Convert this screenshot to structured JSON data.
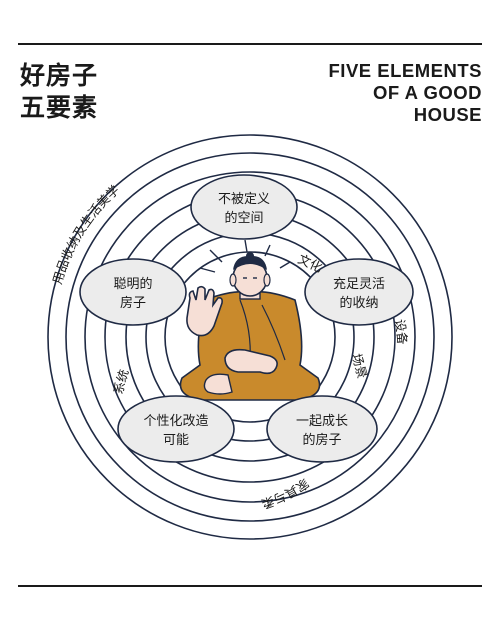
{
  "header": {
    "title_cn_line1": "好房子",
    "title_cn_line2": "五要素",
    "title_en_line1": "FIVE ELEMENTS",
    "title_en_line2": "OF A GOOD",
    "title_en_line3": "HOUSE"
  },
  "diagram": {
    "center_figure": "buddha-icon",
    "elements": [
      {
        "line1": "不被定义",
        "line2": "的空间"
      },
      {
        "line1": "充足灵活",
        "line2": "的收纳"
      },
      {
        "line1": "一起成长",
        "line2": "的房子"
      },
      {
        "line1": "个性化改造",
        "line2": "可能"
      },
      {
        "line1": "聪明的",
        "line2": "房子"
      }
    ],
    "ring_labels": {
      "outer_arc": "用品收纳及生活美学",
      "right_arc": "设备",
      "bottom_arc": "家具与柔饰",
      "inner_right": "场景",
      "inner_left": "系统",
      "top_right": "文化"
    },
    "colors": {
      "line": "#1f2a44",
      "bubble_fill": "#ececec",
      "robe": "#c98a2c",
      "skin": "#f6dfd6"
    }
  }
}
